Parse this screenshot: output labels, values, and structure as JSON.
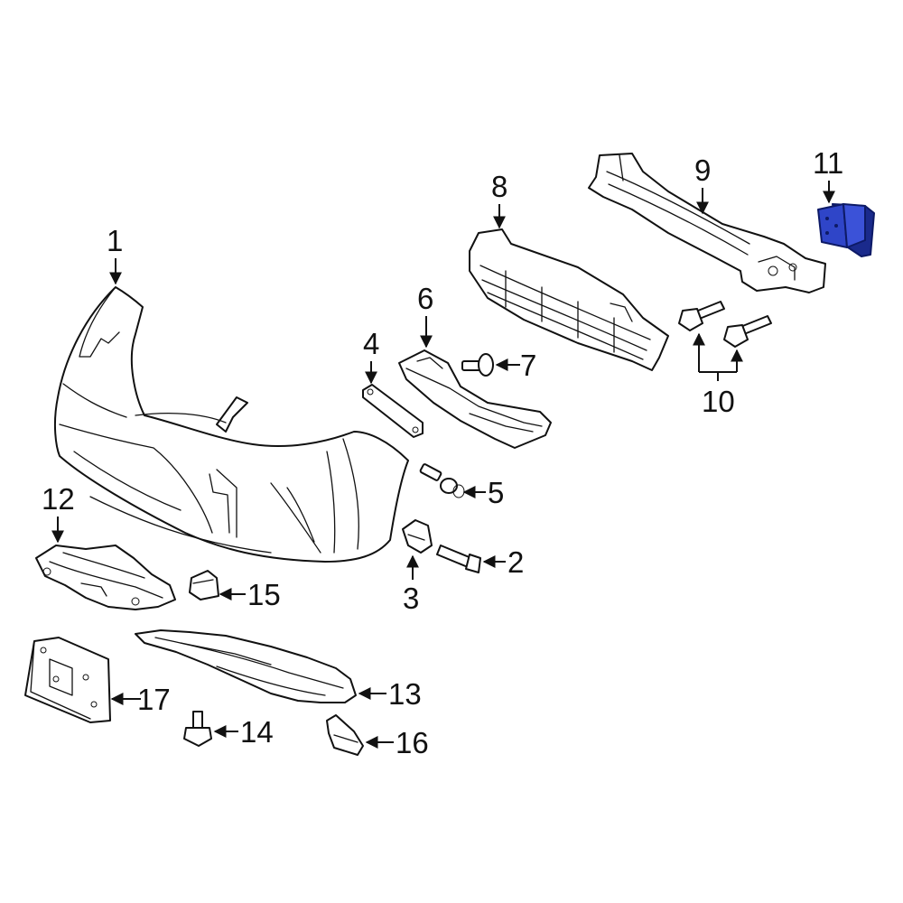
{
  "callouts": {
    "c1": "1",
    "c2": "2",
    "c3": "3",
    "c4": "4",
    "c5": "5",
    "c6": "6",
    "c7": "7",
    "c8": "8",
    "c9": "9",
    "c10": "10",
    "c11": "11",
    "c12": "12",
    "c13": "13",
    "c14": "14",
    "c15": "15",
    "c16": "16",
    "c17": "17"
  },
  "colors": {
    "line": "#111111",
    "highlight_fill": "#2f45c8",
    "highlight_shadow": "#1a2a8c",
    "background": "#ffffff"
  }
}
